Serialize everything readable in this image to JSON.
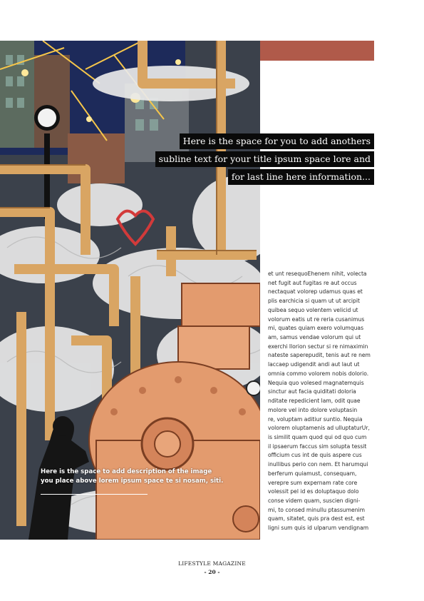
{
  "colors": {
    "accent_bar": "#b05a4a",
    "pipe_gold": "#d9a563",
    "boiler_copper": "#e39b6e",
    "smoke_white": "#e9e9e9",
    "night_sky": "#1d2a5a",
    "subline_background": "#0a0a0a"
  },
  "illustration": {
    "icon": "steampunk-boiler-pipes-illustration"
  },
  "subline": {
    "lines": [
      "Here is the space for you to add anothers",
      "subline text for your title ipsum space lore and",
      "for last line here information..."
    ]
  },
  "caption": {
    "lines": [
      "Here is the space to add description of the image",
      "you place above lorem ipsum space te si nosam, siti."
    ]
  },
  "body_text": {
    "lines": [
      "et unt resequoEhenem nihit, volecta",
      "net fugit aut fugitas re aut occus",
      "nectaquat volorep udamus quas et",
      "plis earchicia si quam ut ut arcipit",
      "quibea sequo volentem velicid ut",
      "volorum eatis ut re reria cusanimus",
      "mi, quates quiam exero volumquas",
      "am, samus vendae volorum qui ut",
      "exerchi llorion sectur si re nimaximin",
      "nateste saperepudit, tenis aut re nem",
      "laccaep udigendit andi aut laut ut",
      "omnia commo volorem nobis dolorio.",
      "Nequia quo volesed magnatemquis",
      "sinctur aut facia quiditati doloria",
      "nditate repedicient lam, odit quae",
      "molore vel into dolore voluptasin",
      "re, voluptam aditiur suntio. Nequia",
      "volorem oluptamenis ad ulluptaturUr,",
      "is similit quam quod qui od quo cum",
      "il ipsaerum faccus sim solupta tessit",
      "officium cus int de quis aspere cus",
      "inullibus perio con nem. Et harumqui",
      "berferum quiamust, consequam,",
      "verepre sum expernam rate core",
      "volessit pel id es doluptaquo dolo",
      "conse videm quam, suscien digni-",
      "mi, to consed minullu ptassumenim",
      "quam, sitatet, quis pra dest est, est",
      "ligni sum quis id ulparum vendignam"
    ]
  },
  "footer": {
    "magazine": "LIFESTYLE MAGAZINE",
    "page": "- 20 -"
  }
}
